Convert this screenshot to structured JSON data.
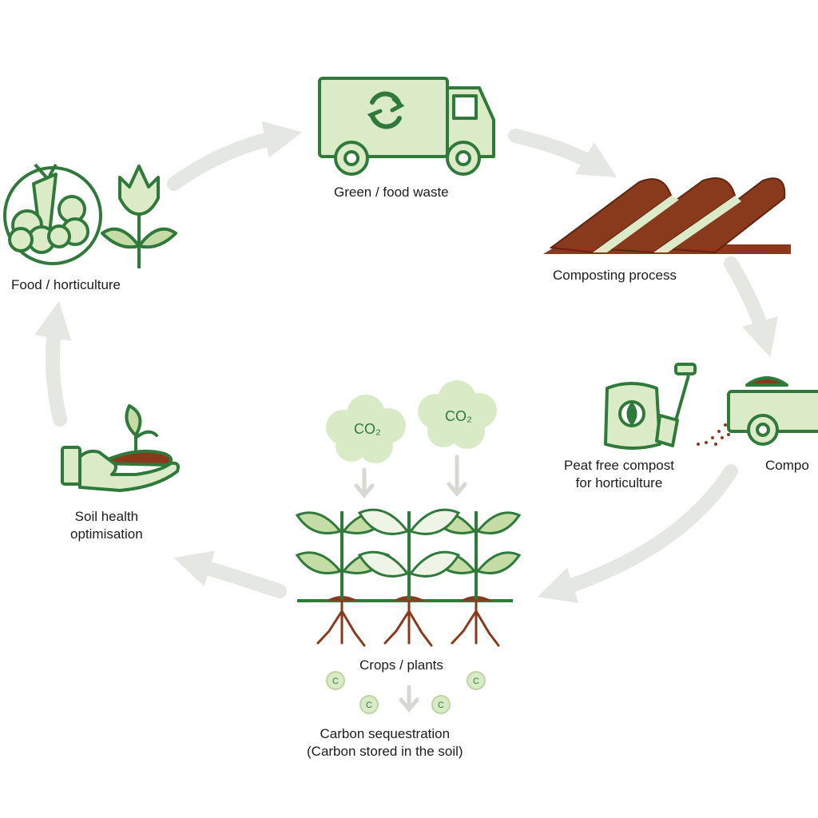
{
  "nodes": {
    "waste": {
      "label": "Green / food waste"
    },
    "composting": {
      "label": "Composting process"
    },
    "peat": {
      "label_line1": "Peat free compost",
      "label_line2": "for horticulture"
    },
    "compost_spreader": {
      "label": "Compo"
    },
    "crops": {
      "label": "Crops / plants"
    },
    "carbon": {
      "label_line1": "Carbon sequestration",
      "label_line2": "(Carbon stored in the soil)"
    },
    "soil": {
      "label_line1": "Soil health",
      "label_line2": "optimisation"
    },
    "food": {
      "label": "Food / horticulture"
    }
  },
  "co2_labels": [
    "CO₂",
    "CO₂"
  ],
  "carbon_marks": [
    "C",
    "C",
    "C",
    "C"
  ],
  "colors": {
    "green_dark": "#2f7a3a",
    "green_fill": "#dcebc7",
    "leaf_fill": "#c6dca7",
    "brown": "#8a3a1c",
    "arrow": "#e5e7e3",
    "cloud": "#d9ebc6"
  }
}
